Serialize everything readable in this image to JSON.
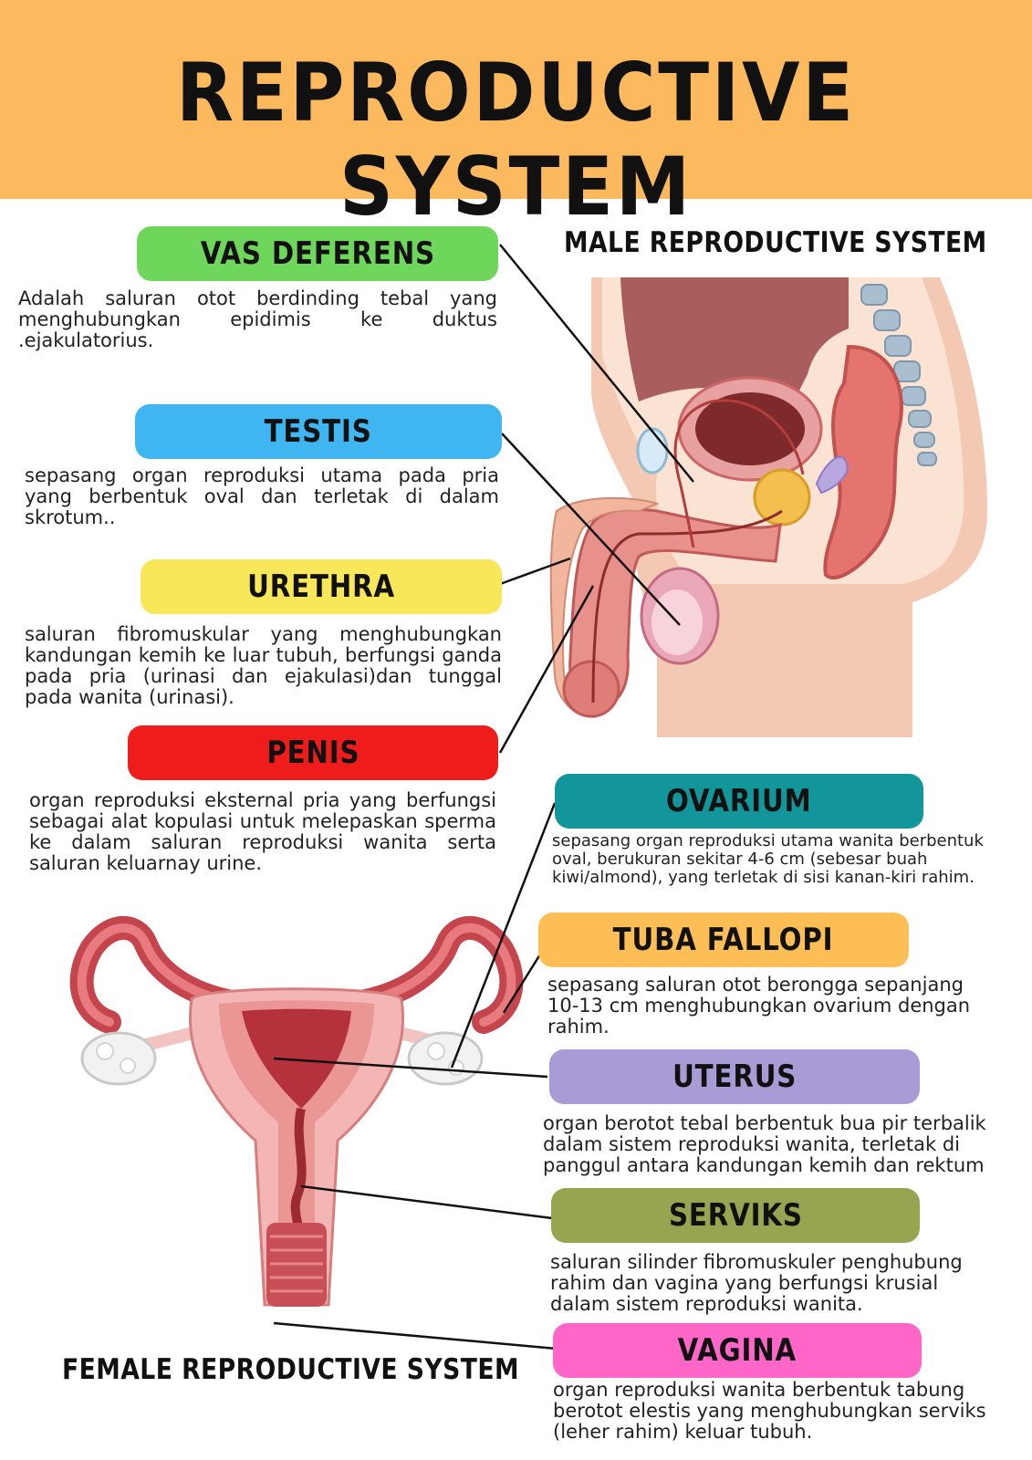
{
  "title": "REPRODUCTIVE SYSTEM",
  "male_title": "MALE REPRODUCTIVE SYSTEM",
  "female_title": "FEMALE REPRODUCTIVE SYSTEM",
  "colors": {
    "header": "#fdb95e",
    "vas_deferens": "#6ed65a",
    "testis": "#3fb6f2",
    "urethra": "#f9e75a",
    "penis": "#ef1c1c",
    "ovarium": "#13969a",
    "tuba_fallopi": "#fdbf55",
    "uterus": "#a89bd6",
    "serviks": "#97a450",
    "vagina": "#ff66c8"
  },
  "male": [
    {
      "key": "vas_deferens",
      "label": "VAS DEFERENS",
      "desc": "Adalah saluran otot berdinding tebal yang menghubungkan epidimis ke duktus .ejakulatorius."
    },
    {
      "key": "testis",
      "label": "TESTIS",
      "desc": "sepasang organ reproduksi utama pada pria yang berbentuk oval dan terletak di dalam skrotum.."
    },
    {
      "key": "urethra",
      "label": "URETHRA",
      "desc": "saluran fibromuskular yang menghubungkan kandungan kemih ke luar tubuh, berfungsi ganda pada pria (urinasi dan ejakulasi)dan tunggal pada wanita (urinasi)."
    },
    {
      "key": "penis",
      "label": "PENIS",
      "desc": "organ reproduksi eksternal pria yang berfungsi sebagai alat kopulasi untuk melepaskan sperma ke dalam saluran reproduksi wanita serta saluran keluarnay urine."
    }
  ],
  "female": [
    {
      "key": "ovarium",
      "label": "OVARIUM",
      "desc": "sepasang organ reproduksi utama wanita berbentuk oval, berukuran sekitar 4-6 cm (sebesar buah kiwi/almond), yang terletak di sisi kanan-kiri rahim."
    },
    {
      "key": "tuba_fallopi",
      "label": "TUBA FALLOPI",
      "desc": "sepasang saluran otot berongga sepanjang 10-13 cm menghubungkan ovarium dengan rahim."
    },
    {
      "key": "uterus",
      "label": "UTERUS",
      "desc": "organ berotot tebal berbentuk bua pir terbalik dalam sistem reproduksi wanita, terletak di panggul antara kandungan kemih dan rektum"
    },
    {
      "key": "serviks",
      "label": "SERVIKS",
      "desc": "saluran silinder  fibromuskuler penghubung rahim dan vagina yang berfungsi krusial dalam sistem reproduksi wanita."
    },
    {
      "key": "vagina",
      "label": "VAGINA",
      "desc": "organ reproduksi wanita berbentuk tabung berotot elestis yang menghubungkan serviks (leher rahim) keluar tubuh."
    }
  ]
}
